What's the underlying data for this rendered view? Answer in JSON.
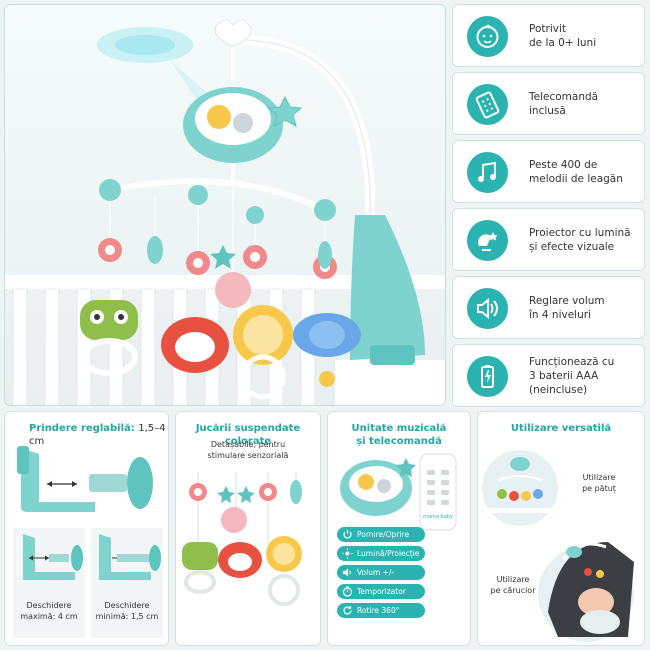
{
  "features": [
    {
      "icon": "baby-face-icon",
      "text": "Potrivit\nde la 0+ luni"
    },
    {
      "icon": "remote-control-icon",
      "text": "Telecomandă\ninclusă"
    },
    {
      "icon": "music-note-icon",
      "text": "Peste 400 de\nmelodii de leagăn"
    },
    {
      "icon": "projector-light-icon",
      "text": "Proiector cu lumină\nși efecte vizuale"
    },
    {
      "icon": "speaker-volume-icon",
      "text": "Reglare volum\nîn 4 niveluri"
    },
    {
      "icon": "battery-icon",
      "text": "Funcționează cu\n3 baterii AAA\n(neincluse)"
    }
  ],
  "clamp_panel": {
    "title": "Prindere reglabilă:",
    "title_value": "1,5–4 cm",
    "max_label": "Deschidere\nmaximă: 4 cm",
    "min_label": "Deschidere\nminimă: 1,5 cm"
  },
  "toys_panel": {
    "title": "Jucării suspendate colorate",
    "subtitle": "Detașabile, pentru\nstimulare senzorială"
  },
  "music_panel": {
    "title": "Unitate muzicală\nși telecomandă",
    "remote_brand": "mama baby",
    "buttons": [
      "Pornire/Oprire",
      "Lumină/Proiecție",
      "Volum +/-",
      "Temporizator",
      "Rotire 360°"
    ]
  },
  "usage_panel": {
    "title": "Utilizare versatilă",
    "crib_label": "Utilizare\npe pătuț",
    "stroller_label": "Utilizare\npe cărucior"
  },
  "colors": {
    "accent": "#2bb3b1",
    "mint": "#7fd3cf",
    "pink": "#f08a8a",
    "yellow": "#f7c84a",
    "red": "#e8503f",
    "blue": "#6aa7e8",
    "green": "#8fbf4a"
  }
}
